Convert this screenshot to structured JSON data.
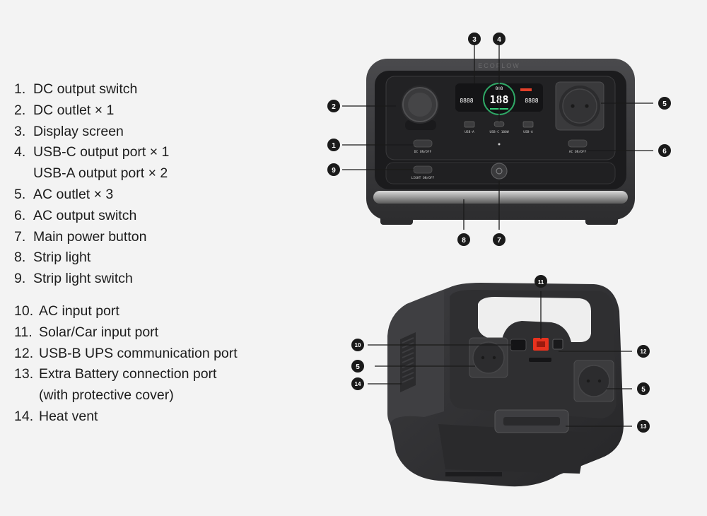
{
  "legend": {
    "items": [
      {
        "num": "1.",
        "label": "DC output switch"
      },
      {
        "num": "2.",
        "label": "DC outlet × 1"
      },
      {
        "num": "3.",
        "label": "Display screen"
      },
      {
        "num": "4.",
        "label": "USB-C output port × 1",
        "continuation": "USB-A output port × 2"
      },
      {
        "num": "5.",
        "label": "AC outlet × 3"
      },
      {
        "num": "6.",
        "label": "AC output switch"
      },
      {
        "num": "7.",
        "label": "Main power button"
      },
      {
        "num": "8.",
        "label": "Strip light"
      },
      {
        "num": "9.",
        "label": "Strip light switch"
      },
      {
        "num": "10.",
        "label": "AC input port"
      },
      {
        "num": "11.",
        "label": "Solar/Car input port"
      },
      {
        "num": "12.",
        "label": "USB-B UPS communication port"
      },
      {
        "num": "13.",
        "label": "Extra Battery connection port",
        "continuation": "(with protective cover)"
      },
      {
        "num": "14.",
        "label": "Heat vent"
      }
    ]
  },
  "front_panel": {
    "brand": "ECOFLOW",
    "port_labels": {
      "usb_a_left": "USB-A",
      "usb_c": "USB-C 100W",
      "usb_a_right": "USB-A",
      "dc_switch": "DC ON/OFF",
      "ac_switch": "AC ON/OFF",
      "light_switch": "LIGHT ON/OFF"
    },
    "display": {
      "center_value": "188",
      "top_value": "888",
      "left_value": "8888",
      "right_value": "8888"
    }
  },
  "callouts": {
    "front": [
      "1",
      "2",
      "3",
      "4",
      "5",
      "6",
      "7",
      "8",
      "9"
    ],
    "back": [
      "10",
      "11",
      "12",
      "5",
      "14",
      "5",
      "13"
    ]
  },
  "colors": {
    "background": "#f3f3f3",
    "device_body": "#3a3a3c",
    "callout_badge": "#1a1a1a",
    "solar_port_accent": "#e8321e",
    "display_green": "#35d07a",
    "display_red": "#e2402a"
  }
}
